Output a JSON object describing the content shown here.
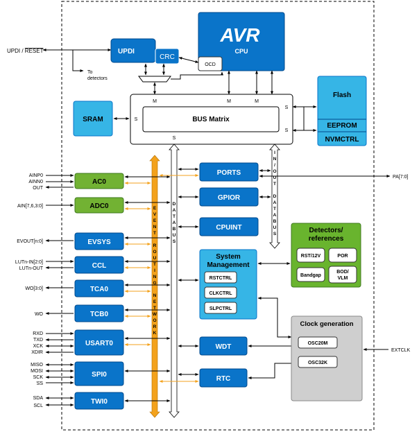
{
  "colors": {
    "blue": "#0a74c9",
    "blue_dark": "#00498c",
    "teal": "#36b5e6",
    "green": "#72b233",
    "green_dark": "#3f7a1f",
    "detector_green": "#69b42e",
    "orange": "#f3a21c",
    "gray": "#cfcfcf"
  },
  "blocks": {
    "updi": "UPDI",
    "crc": "CRC",
    "cpu_logo": "AVR",
    "cpu": "CPU",
    "ocd": "OCD",
    "sram": "SRAM",
    "bus_matrix": "BUS Matrix",
    "flash": "Flash",
    "eeprom": "EEPROM",
    "nvmctrl": "NVMCTRL",
    "ac0": "AC0",
    "adc0": "ADC0",
    "evsys": "EVSYS",
    "ccl": "CCL",
    "tca0": "TCA0",
    "tcb0": "TCB0",
    "usart0": "USART0",
    "spi0": "SPI0",
    "twi0": "TWI0",
    "ports": "PORTS",
    "gpior": "GPIOR",
    "cpuint": "CPUINT",
    "sysman_line1": "System",
    "sysman_line2": "Management",
    "rstctrl": "RSTCTRL",
    "clkctrl": "CLKCTRL",
    "slpctrl": "SLPCTRL",
    "wdt": "WDT",
    "rtc": "RTC",
    "det_line1": "Detectors/",
    "det_line2": "references",
    "rst12v": "RST/12V",
    "por": "POR",
    "bandgap": "Bandgap",
    "bodvlm_line1": "BOD/",
    "bodvlm_line2": "VLM",
    "clockgen": "Clock generation",
    "osc20m": "OSC20M",
    "osc32k": "OSC32K"
  },
  "port_labels": {
    "m": "M",
    "s": "S"
  },
  "vertical_labels": {
    "event_routing": [
      "E",
      "V",
      "E",
      "N",
      "T",
      "",
      "R",
      "O",
      "U",
      "T",
      "I",
      "N",
      "G",
      "",
      "N",
      "E",
      "T",
      "W",
      "O",
      "R",
      "K"
    ],
    "databus": [
      "D",
      "A",
      "T",
      "A",
      "B",
      "U",
      "S"
    ],
    "inout_databus": [
      "I",
      "N",
      "/",
      "O",
      "U",
      "T",
      "",
      "D",
      "A",
      "T",
      "A",
      "B",
      "U",
      "S"
    ]
  },
  "pins": {
    "updi_reset_prefix": "UPDI / ",
    "updi_reset_bar": "RESET",
    "to_detectors_1": "To",
    "to_detectors_2": "detectors",
    "ainp0": "AINP0",
    "ainn0": "AINN0",
    "out": "OUT",
    "ain": "AIN[7,6,3:0]",
    "evout": "EVOUT[n:0]",
    "lutin": "LUTn-IN[2:0]",
    "lutout": "LUTn-OUT",
    "wo30": "WO[3:0]",
    "wo": "WO",
    "rxd": "RXD",
    "txd": "TXD",
    "xck": "XCK",
    "xdir": "XDIR",
    "miso": "MISO",
    "mosi": "MOSI",
    "sck": "SCK",
    "ss": "SS",
    "sda": "SDA",
    "scl": "SCL",
    "pa": "PA[7:0]",
    "extclk": "EXTCLK"
  }
}
